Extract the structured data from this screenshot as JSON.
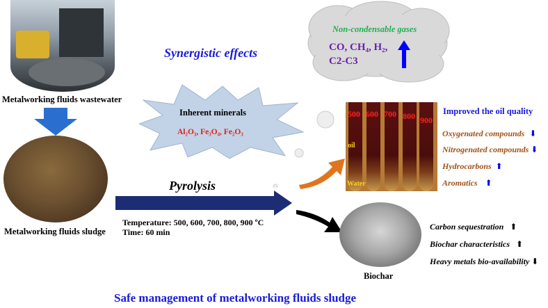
{
  "wastewater_label": "Metalworking fluids wastewater",
  "sludge_label": "Metalworking fluids sludge",
  "synergistic": "Synergistic effects",
  "inherent_minerals": {
    "title": "Inherent minerals",
    "text": "Al₂O₃, Fe₃O₄, Fe₂O₃"
  },
  "pyrolysis": {
    "title": "Pyrolysis",
    "temperature": "Temperature: 500, 600, 700, 800, 900 ºC",
    "time": "Time: 60 min"
  },
  "gases": {
    "title": "Non-condensable gases",
    "line1": "CO, CH₄, H₂,",
    "line2": "C2-C3"
  },
  "oil": {
    "temps": [
      "500",
      "600",
      "700",
      "800",
      "900"
    ],
    "oil_label": "oil",
    "water_label": "Water",
    "quality_title": "Improved the oil quality",
    "items": [
      {
        "text": "Oxygenated compounds",
        "arrow": "⬇"
      },
      {
        "text": "Nitrogenated compounds",
        "arrow": "⬇"
      },
      {
        "text": "Hydrocarbons",
        "arrow": "⬆"
      },
      {
        "text": "Aromatics",
        "arrow": "⬆"
      }
    ]
  },
  "biochar": {
    "label": "Biochar",
    "items": [
      {
        "text": "Carbon sequestration",
        "arrow": "⬆"
      },
      {
        "text": "Biochar characteristics",
        "arrow": "⬆"
      },
      {
        "text": "Heavy metals bio-availability",
        "arrow": "⬇"
      }
    ]
  },
  "footer": "Safe management of metalworking fluids sludge",
  "colors": {
    "blue_text": "#1a1adc",
    "green_text": "#20b050",
    "red_text": "#e0201a",
    "brown_text": "#a0531a",
    "navy_arrow": "#1c2d73",
    "orange_arrow": "#e0751e",
    "star_fill": "#c2d3e7"
  }
}
